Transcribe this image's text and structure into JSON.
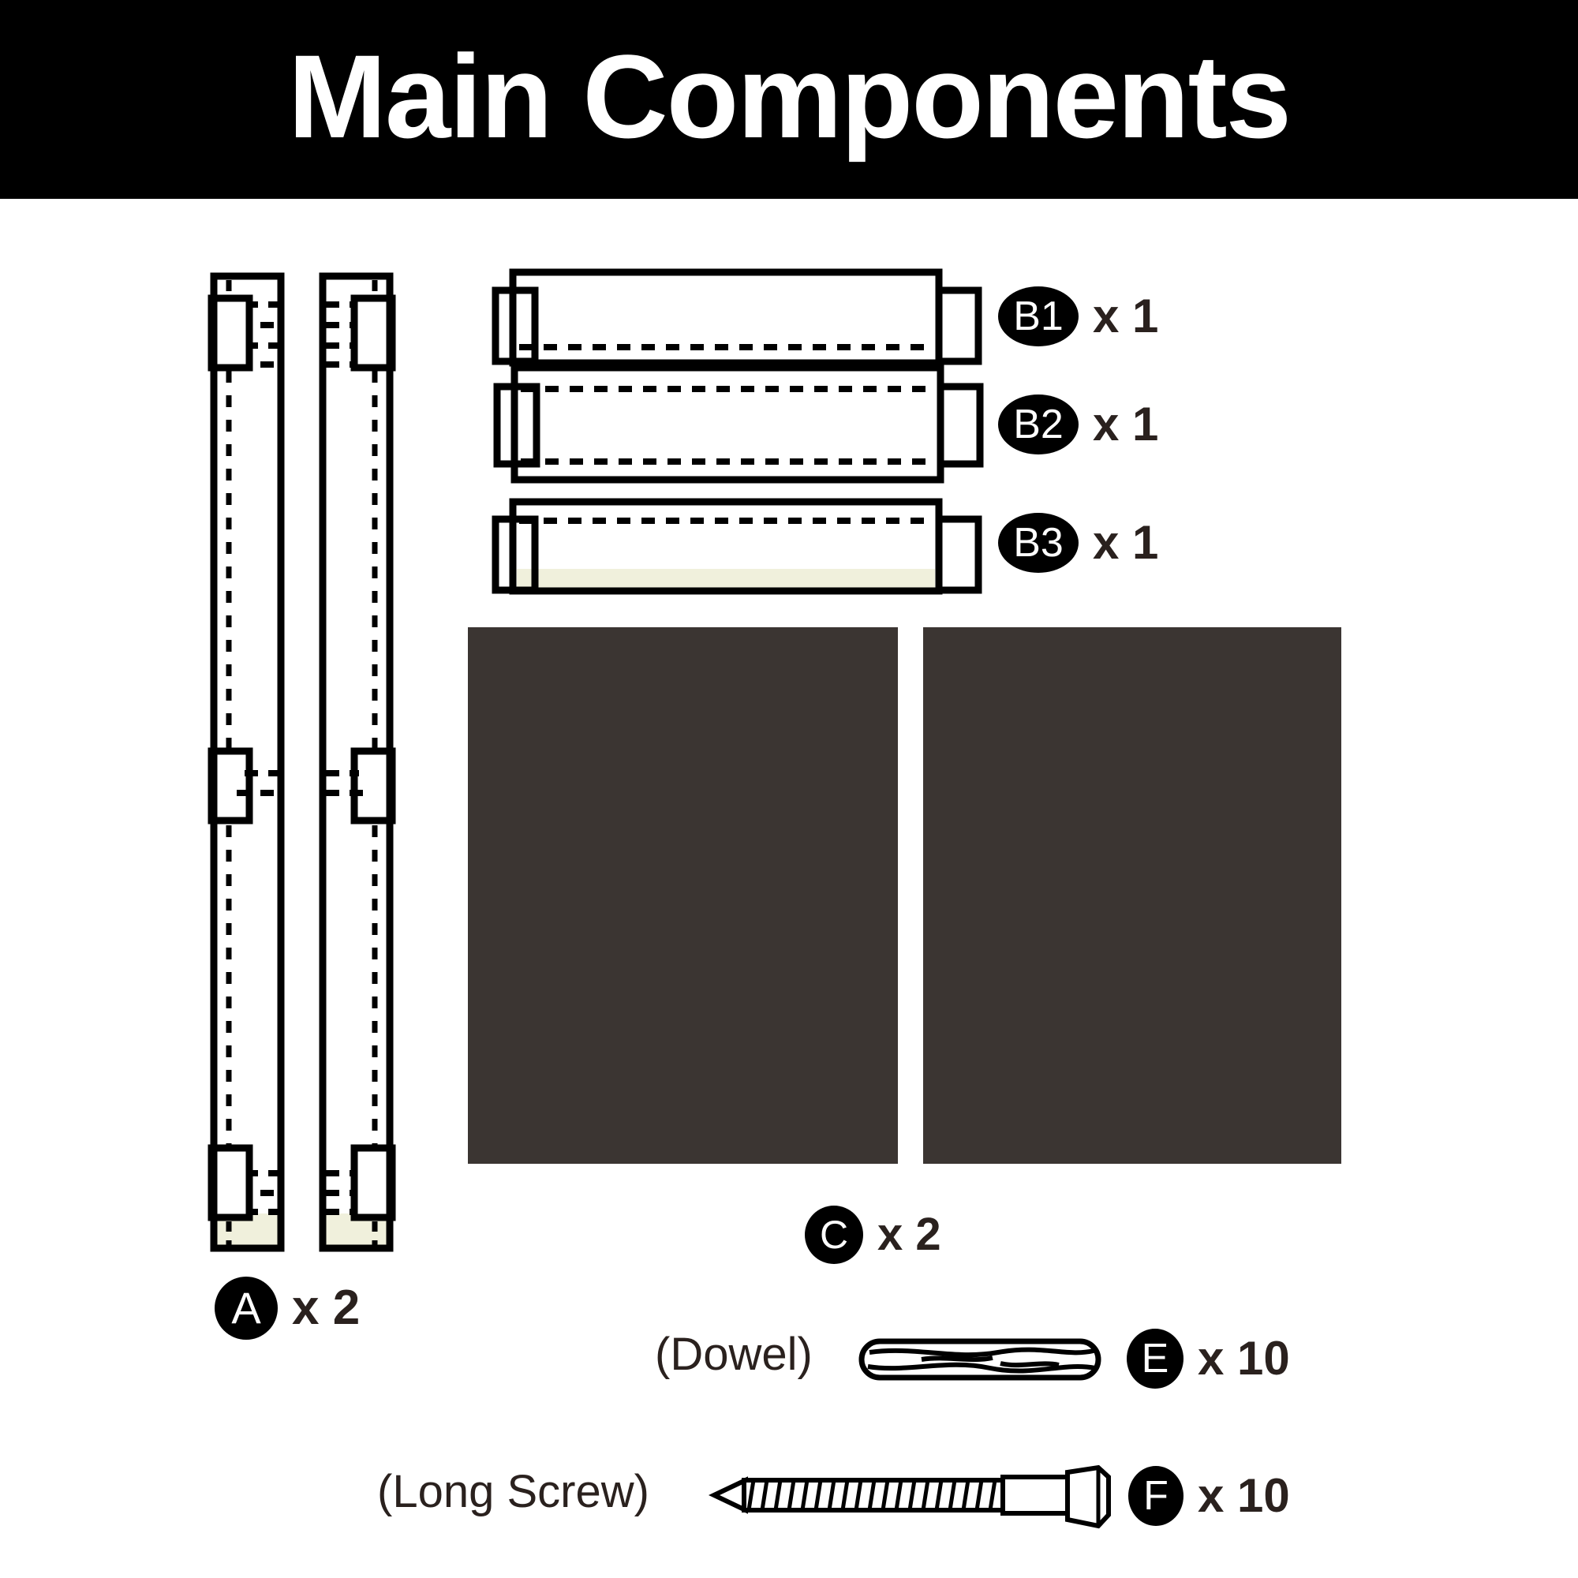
{
  "header": {
    "title": "Main Components"
  },
  "colors": {
    "banner_background": "#000000",
    "banner_text": "#ffffff",
    "page_background": "#ffffff",
    "outline": "#000000",
    "panel_fill": "#3B3532",
    "accent_cream": "#F0F0DC",
    "text": "#2A211E"
  },
  "parts": [
    {
      "id": "A",
      "badge": "A",
      "badge_shape": "circle",
      "quantity_label": "x 2",
      "caption": "",
      "description": "vertical-post",
      "count": 2
    },
    {
      "id": "B1",
      "badge": "B1",
      "badge_shape": "ellipse",
      "quantity_label": "x 1",
      "caption": "",
      "description": "horizontal-rail",
      "count": 1
    },
    {
      "id": "B2",
      "badge": "B2",
      "badge_shape": "ellipse",
      "quantity_label": "x 1",
      "caption": "",
      "description": "horizontal-rail",
      "count": 1
    },
    {
      "id": "B3",
      "badge": "B3",
      "badge_shape": "ellipse",
      "quantity_label": "x 1",
      "caption": "",
      "description": "horizontal-rail",
      "count": 1
    },
    {
      "id": "C",
      "badge": "C",
      "badge_shape": "circle",
      "quantity_label": "x 2",
      "caption": "",
      "description": "dark-panel",
      "count": 2
    },
    {
      "id": "E",
      "badge": "E",
      "badge_shape": "ellipse",
      "quantity_label": "x 10",
      "caption": "(Dowel)",
      "description": "wooden-dowel",
      "count": 10
    },
    {
      "id": "F",
      "badge": "F",
      "badge_shape": "ellipse",
      "quantity_label": "x 10",
      "caption": "(Long Screw)",
      "description": "hex-head-long-screw",
      "count": 10
    }
  ],
  "labels": {
    "a_badge": "A",
    "a_qty": "x 2",
    "b1_badge": "B1",
    "b1_qty": "x 1",
    "b2_badge": "B2",
    "b2_qty": "x 1",
    "b3_badge": "B3",
    "b3_qty": "x 1",
    "c_badge": "C",
    "c_qty": "x 2",
    "e_badge": "E",
    "e_qty": "x 10",
    "e_caption": "(Dowel)",
    "f_badge": "F",
    "f_qty": "x 10",
    "f_caption": "(Long Screw)"
  }
}
